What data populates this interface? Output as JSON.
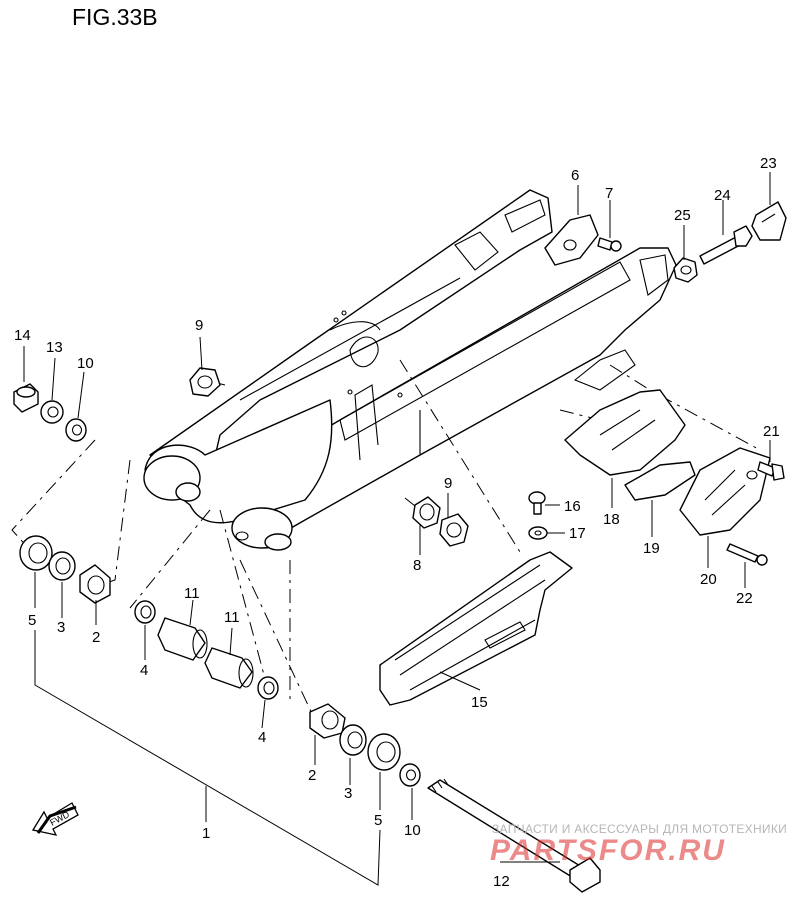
{
  "figure": {
    "title": "FIG.33B"
  },
  "callouts": [
    "1",
    "2",
    "3",
    "4",
    "5",
    "6",
    "7",
    "8",
    "9",
    "10",
    "11",
    "12",
    "13",
    "14",
    "15",
    "16",
    "17",
    "18",
    "19",
    "20",
    "21",
    "22",
    "23",
    "24",
    "25"
  ],
  "watermark": {
    "subtitle": "ЗАПЧАСТИ И АКСЕССУАРЫ ДЛЯ МОТОТЕХНИКИ",
    "logo": "PARTSFOR.RU"
  },
  "fwd_label": "FWD"
}
